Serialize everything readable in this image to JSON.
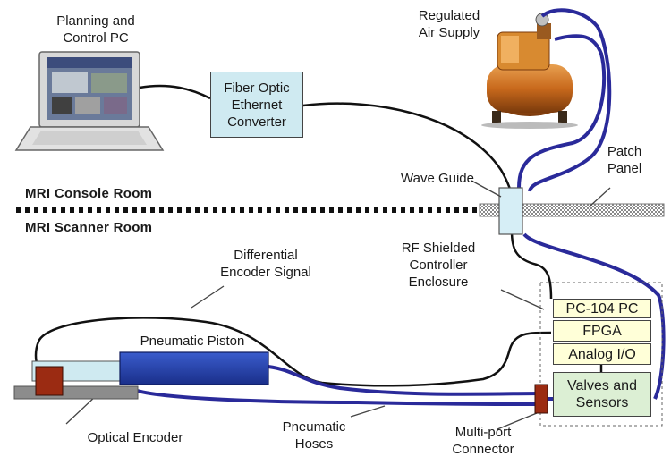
{
  "labels": {
    "planning_pc": "Planning and\nControl PC",
    "air_supply": "Regulated\nAir Supply",
    "fiber_converter": "Fiber Optic\nEthernet\nConverter",
    "patch_panel": "Patch\nPanel",
    "wave_guide": "Wave Guide",
    "console_room": "MRI Console Room",
    "scanner_room": "MRI Scanner Room",
    "differential_signal": "Differential\nEncoder Signal",
    "rf_enclosure": "RF Shielded\nController\nEnclosure",
    "pneumatic_piston": "Pneumatic Piston",
    "pc104": "PC-104 PC",
    "fpga": "FPGA",
    "analog_io": "Analog I/O",
    "valves_sensors": "Valves and\nSensors",
    "optical_encoder": "Optical Encoder",
    "pneumatic_hoses": "Pneumatic\nHoses",
    "multiport_connector": "Multi-port\nConnector"
  },
  "colors": {
    "cable_black": "#111111",
    "hose_blue": "#2a2a9a",
    "piston_blue": "#1f3fae",
    "fiber_box": "#cfeaf1",
    "controller_yellow": "#ffffd8",
    "valves_green": "#dcefd4",
    "encoder_red": "#9b2b12",
    "pump_orange": "#c8691c"
  },
  "icons": [
    "laptop-icon",
    "air-compressor-icon"
  ]
}
